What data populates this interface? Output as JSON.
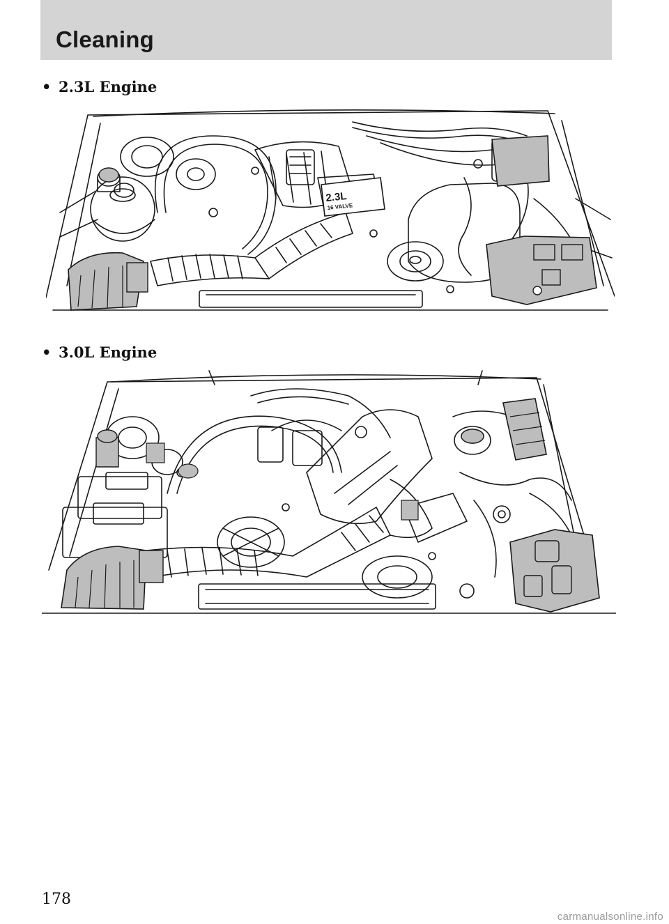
{
  "header": {
    "title": "Cleaning"
  },
  "items": [
    {
      "bullet": "•",
      "label": "2.3L Engine"
    },
    {
      "bullet": "•",
      "label": "3.0L Engine"
    }
  ],
  "figure1": {
    "badge_size": "2.3L",
    "badge_valve": "16 VALVE"
  },
  "colors": {
    "header_bg": "#d4d4d4",
    "shade": "#bdbdbd",
    "line": "#1a1a1a"
  },
  "footer": {
    "page_number": "178",
    "watermark": "carmanualsonline.info"
  }
}
